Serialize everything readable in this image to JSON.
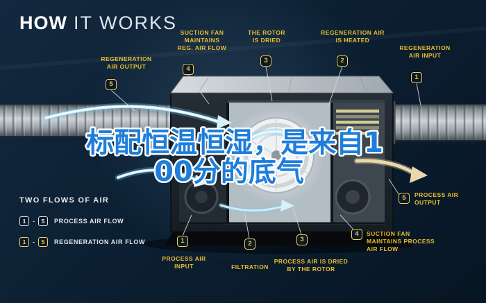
{
  "title": {
    "how": "HOW",
    "rest": "IT WORKS"
  },
  "watermark": {
    "line1": "标配恒温恒湿，是来自1",
    "line2": "00分的底气"
  },
  "steps": {
    "reg_output": {
      "num": "5",
      "label": "REGENERATION\nAIR OUTPUT"
    },
    "reg_fan": {
      "num": "4",
      "label": "SUCTION FAN\nMAINTAINS\nREG. AIR FLOW"
    },
    "rotor_dried": {
      "num": "3",
      "label": "THE ROTOR\nIS DRIED"
    },
    "reg_heated": {
      "num": "2",
      "label": "REGENERATION AIR\nIS HEATED"
    },
    "reg_input": {
      "num": "1",
      "label": "REGENERATION\nAIR INPUT"
    },
    "proc_output": {
      "num": "5",
      "label": "PROCESS AIR\nOUTPUT"
    },
    "proc_fan": {
      "num": "4",
      "label": "SUCTION FAN\nMAINTAINS PROCESS\nAIR FLOW"
    },
    "proc_dried": {
      "num": "3",
      "label": "PROCESS AIR IS DRIED\nBY THE ROTOR"
    },
    "filtration": {
      "num": "2",
      "label": "FILTRATION"
    },
    "proc_input": {
      "num": "1",
      "label": "PROCESS AIR\nINPUT"
    }
  },
  "legend": {
    "title": "TWO FLOWS OF AIR",
    "rows": [
      {
        "from": "1",
        "sep": "-",
        "to": "5",
        "label": "PROCESS AIR FLOW"
      },
      {
        "from": "1",
        "sep": "-",
        "to": "5",
        "label": "REGENERATION AIR FLOW"
      }
    ]
  },
  "colors": {
    "accent": "#F0C330",
    "watermark_blue": "#1D7EDB",
    "background": "#0B1E31"
  }
}
